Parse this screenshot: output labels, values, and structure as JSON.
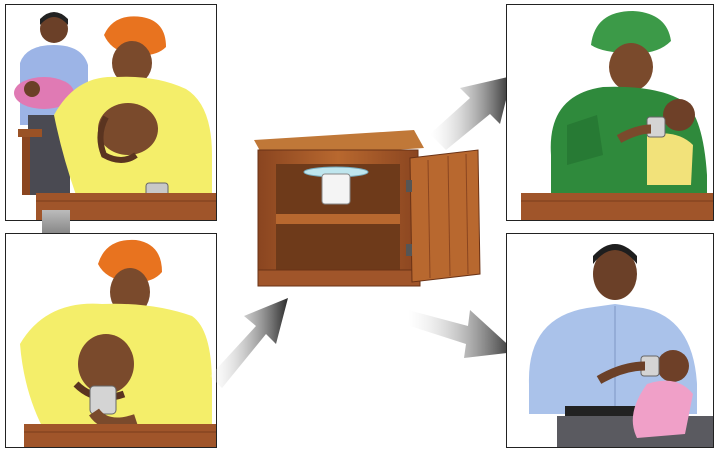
{
  "scene": {
    "panels": [
      {
        "id": "express-milk",
        "icon": "mother-expressing-milk-icon"
      },
      {
        "id": "collect-milk",
        "icon": "mother-collecting-milk-in-cup-icon"
      },
      {
        "id": "mother-cup-feeding",
        "icon": "mother-cup-feeding-baby-icon"
      },
      {
        "id": "father-cup-feeding",
        "icon": "father-cup-feeding-baby-icon"
      }
    ],
    "center": {
      "icon": "cupboard-with-covered-cup-icon"
    },
    "arrows": [
      "down-arrow-icon",
      "up-right-arrow-icon",
      "up-right-arrow-icon",
      "down-right-arrow-icon"
    ],
    "colors": {
      "skin": "#7a4a2c",
      "blouse": "#f4ee6a",
      "headscarf": "#e8731f",
      "wood": "#a0552a",
      "green_dress": "#2f8a3c",
      "blue_shirt": "#aac2ea",
      "arrow_dark": "#333333"
    }
  }
}
